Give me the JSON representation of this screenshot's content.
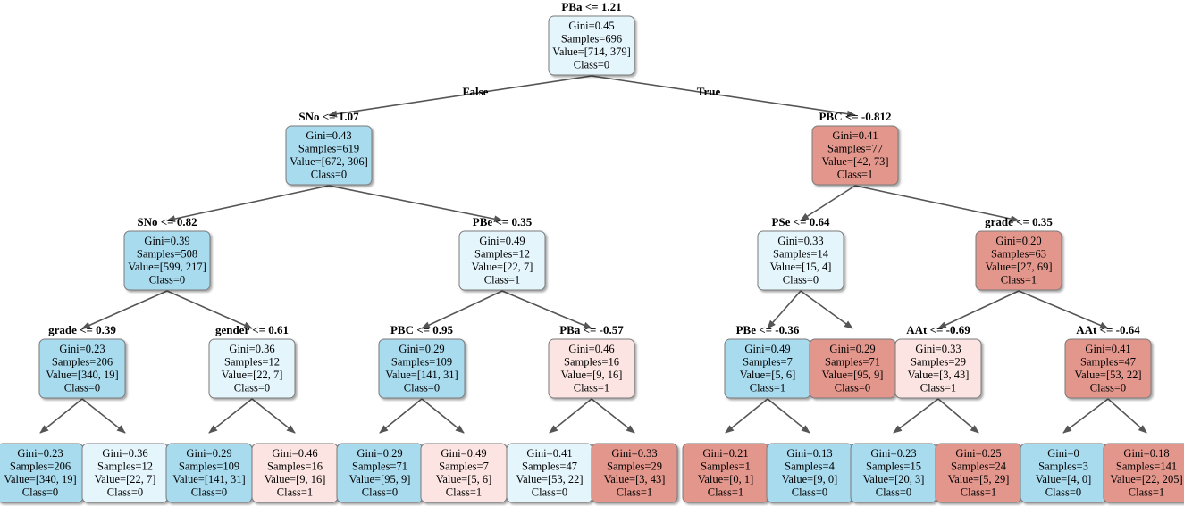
{
  "tree": {
    "branch_labels": {
      "left": "False",
      "right": "True"
    },
    "colors": {
      "blue_strong": "#a9dbef",
      "blue_light": "#e4f5fc",
      "red_strong": "#e3968c",
      "red_light": "#fbe4e1",
      "border": "#7a7a7a",
      "edge": "#555555"
    },
    "nodes": [
      {
        "id": "n0",
        "split": "PBa <= 1.21",
        "lines": [
          "Gini=0.45",
          "Samples=696",
          "Value=[714, 379]",
          "Class=0"
        ],
        "fill": "blue_light"
      },
      {
        "id": "n1",
        "split": "SNo <= 1.07",
        "lines": [
          "Gini=0.43",
          "Samples=619",
          "Value=[672, 306]",
          "Class=0"
        ],
        "fill": "blue_strong"
      },
      {
        "id": "n2",
        "split": "PBC <= -0.812",
        "lines": [
          "Gini=0.41",
          "Samples=77",
          "Value=[42, 73]",
          "Class=1"
        ],
        "fill": "red_strong"
      },
      {
        "id": "n3",
        "split": "SNo <= 0.82",
        "lines": [
          "Gini=0.39",
          "Samples=508",
          "Value=[599, 217]",
          "Class=0"
        ],
        "fill": "blue_strong"
      },
      {
        "id": "n4",
        "split": "PBe <= 0.35",
        "lines": [
          "Gini=0.49",
          "Samples=12",
          "Value=[22, 7]",
          "Class=1"
        ],
        "fill": "blue_light"
      },
      {
        "id": "n5",
        "split": "PSe <= 0.64",
        "lines": [
          "Gini=0.33",
          "Samples=14",
          "Value=[15, 4]",
          "Class=0"
        ],
        "fill": "blue_light"
      },
      {
        "id": "n6",
        "split": "grade <= 0.35",
        "lines": [
          "Gini=0.20",
          "Samples=63",
          "Value=[27, 69]",
          "Class=1"
        ],
        "fill": "red_strong"
      },
      {
        "id": "n7",
        "split": "grade <= 0.39",
        "lines": [
          "Gini=0.23",
          "Samples=206",
          "Value=[340, 19]",
          "Class=0"
        ],
        "fill": "blue_strong"
      },
      {
        "id": "n8",
        "split": "gender <= 0.61",
        "lines": [
          "Gini=0.36",
          "Samples=12",
          "Value=[22, 7]",
          "Class=0"
        ],
        "fill": "blue_light"
      },
      {
        "id": "n9",
        "split": "PBC <= 0.95",
        "lines": [
          "Gini=0.29",
          "Samples=109",
          "Value=[141, 31]",
          "Class=0"
        ],
        "fill": "blue_strong"
      },
      {
        "id": "n10",
        "split": "PBa <= -0.57",
        "lines": [
          "Gini=0.46",
          "Samples=16",
          "Value=[9, 16]",
          "Class=1"
        ],
        "fill": "red_light"
      },
      {
        "id": "n11",
        "split": "PBe <= -0.36",
        "lines": [
          "Gini=0.49",
          "Samples=7",
          "Value=[5, 6]",
          "Class=1"
        ],
        "fill": "blue_strong"
      },
      {
        "id": "n12",
        "split": "",
        "lines": [
          "Gini=0.29",
          "Samples=71",
          "Value=[95, 9]",
          "Class=0"
        ],
        "fill": "red_strong"
      },
      {
        "id": "n13",
        "split": "AAt <= -0.69",
        "lines": [
          "Gini=0.33",
          "Samples=29",
          "Value=[3, 43]",
          "Class=1"
        ],
        "fill": "red_light"
      },
      {
        "id": "n14",
        "split": "AAt <= -0.64",
        "lines": [
          "Gini=0.41",
          "Samples=47",
          "Value=[53, 22]",
          "Class=0"
        ],
        "fill": "red_strong"
      },
      {
        "id": "n15",
        "split": "",
        "lines": [
          "Gini=0.23",
          "Samples=206",
          "Value=[340, 19]",
          "Class=0"
        ],
        "fill": "blue_strong"
      },
      {
        "id": "n16",
        "split": "",
        "lines": [
          "Gini=0.36",
          "Samples=12",
          "Value=[22, 7]",
          "Class=0"
        ],
        "fill": "blue_light"
      },
      {
        "id": "n17",
        "split": "",
        "lines": [
          "Gini=0.29",
          "Samples=109",
          "Value=[141, 31]",
          "Class=0"
        ],
        "fill": "blue_strong"
      },
      {
        "id": "n18",
        "split": "",
        "lines": [
          "Gini=0.46",
          "Samples=16",
          "Value=[9, 16]",
          "Class=1"
        ],
        "fill": "red_light"
      },
      {
        "id": "n19",
        "split": "",
        "lines": [
          "Gini=0.29",
          "Samples=71",
          "Value=[95, 9]",
          "Class=0"
        ],
        "fill": "blue_strong"
      },
      {
        "id": "n20",
        "split": "",
        "lines": [
          "Gini=0.49",
          "Samples=7",
          "Value=[5, 6]",
          "Class=1"
        ],
        "fill": "red_light"
      },
      {
        "id": "n21",
        "split": "",
        "lines": [
          "Gini=0.41",
          "Samples=47",
          "Value=[53, 22]",
          "Class=0"
        ],
        "fill": "blue_light"
      },
      {
        "id": "n22",
        "split": "",
        "lines": [
          "Gini=0.33",
          "Samples=29",
          "Value=[3, 43]",
          "Class=1"
        ],
        "fill": "red_strong"
      },
      {
        "id": "n23",
        "split": "",
        "lines": [
          "Gini=0.21",
          "Samples=1",
          "Value=[0, 1]",
          "Class=1"
        ],
        "fill": "red_strong"
      },
      {
        "id": "n24",
        "split": "",
        "lines": [
          "Gini=0.13",
          "Samples=4",
          "Value=[9, 0]",
          "Class=0"
        ],
        "fill": "blue_strong"
      },
      {
        "id": "n25",
        "split": "",
        "lines": [
          "Gini=0.23",
          "Samples=15",
          "Value=[20, 3]",
          "Class=0"
        ],
        "fill": "blue_strong"
      },
      {
        "id": "n26",
        "split": "",
        "lines": [
          "Gini=0.25",
          "Samples=24",
          "Value=[5, 29]",
          "Class=1"
        ],
        "fill": "red_strong"
      },
      {
        "id": "n27",
        "split": "",
        "lines": [
          "Gini=0",
          "Samples=3",
          "Value=[4, 0]",
          "Class=0"
        ],
        "fill": "blue_strong"
      },
      {
        "id": "n28",
        "split": "",
        "lines": [
          "Gini=0.18",
          "Samples=141",
          "Value=[22, 205]",
          "Class=1"
        ],
        "fill": "red_strong"
      }
    ],
    "edges": [
      [
        "n0",
        "n1"
      ],
      [
        "n0",
        "n2"
      ],
      [
        "n1",
        "n3"
      ],
      [
        "n1",
        "n4"
      ],
      [
        "n2",
        "n5"
      ],
      [
        "n2",
        "n6"
      ],
      [
        "n3",
        "n7"
      ],
      [
        "n3",
        "n8"
      ],
      [
        "n4",
        "n9"
      ],
      [
        "n4",
        "n10"
      ],
      [
        "n5",
        "n11"
      ],
      [
        "n5",
        "n12"
      ],
      [
        "n6",
        "n13"
      ],
      [
        "n6",
        "n14"
      ],
      [
        "n7",
        "n15"
      ],
      [
        "n7",
        "n16"
      ],
      [
        "n8",
        "n17"
      ],
      [
        "n8",
        "n18"
      ],
      [
        "n9",
        "n19"
      ],
      [
        "n9",
        "n20"
      ],
      [
        "n10",
        "n21"
      ],
      [
        "n10",
        "n22"
      ],
      [
        "n11",
        "n23"
      ],
      [
        "n11",
        "n24"
      ],
      [
        "n13",
        "n25"
      ],
      [
        "n13",
        "n26"
      ],
      [
        "n14",
        "n27"
      ],
      [
        "n14",
        "n28"
      ]
    ]
  }
}
